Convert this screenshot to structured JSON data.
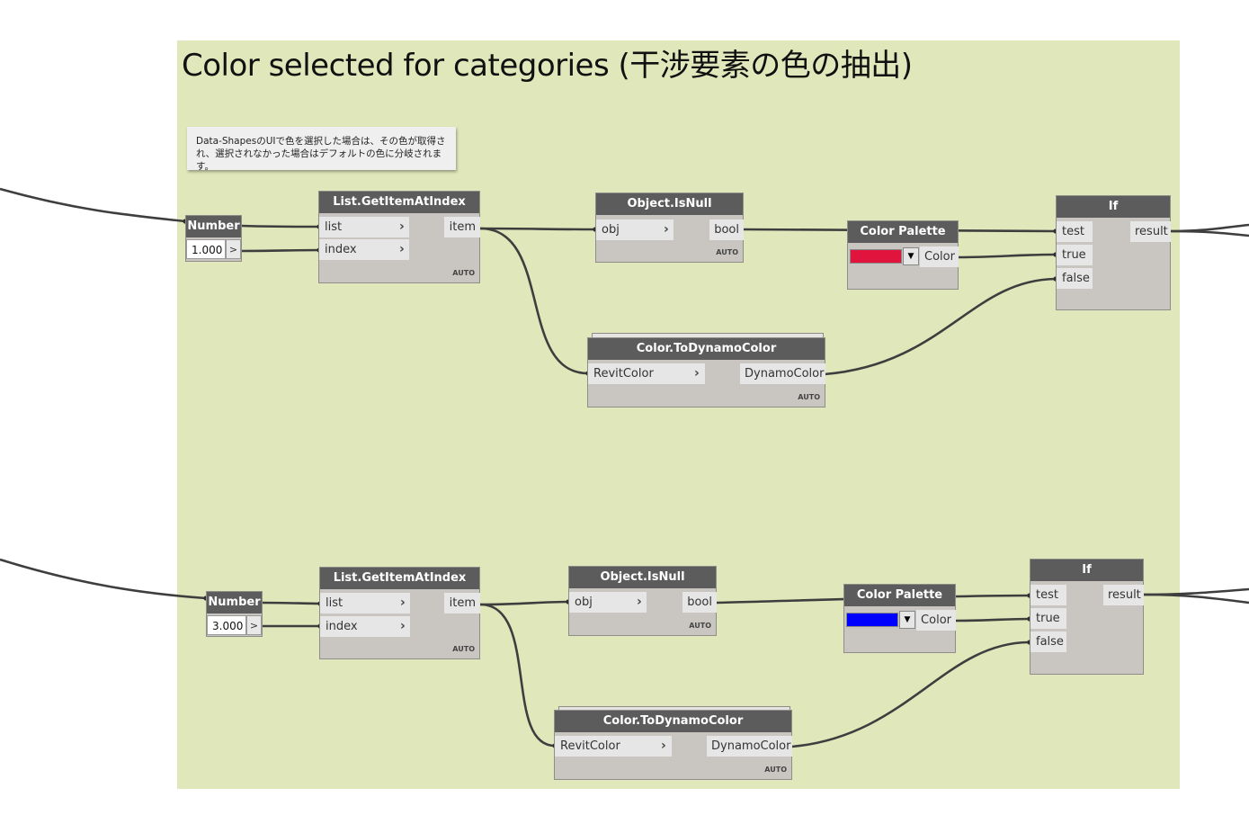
{
  "group": {
    "title": "Color selected for categories (干涉要素の色の抽出)"
  },
  "note": {
    "line1": "Data-ShapesのUIで色を選択した場合は、その色が取得さ",
    "line2": "れ、選択されなかった場合はデフォルトの色に分岐されます。"
  },
  "row1": {
    "number": {
      "title": "Number",
      "value": "1.000",
      "arrow": ">"
    },
    "getitem": {
      "title": "List.GetItemAtIndex",
      "in1": "list",
      "in2": "index",
      "out": "item",
      "lacing": "AUTO"
    },
    "isnull": {
      "title": "Object.IsNull",
      "in1": "obj",
      "out": "bool",
      "lacing": "AUTO"
    },
    "palette": {
      "title": "Color Palette",
      "out": "Color",
      "color": "#e0143c"
    },
    "todynamo": {
      "title": "Color.ToDynamoColor",
      "in1": "RevitColor",
      "out": "DynamoColor",
      "lacing": "AUTO"
    },
    "ifnode": {
      "title": "If",
      "in1": "test",
      "in2": "true",
      "in3": "false",
      "out": "result"
    }
  },
  "row2": {
    "number": {
      "title": "Number",
      "value": "3.000",
      "arrow": ">"
    },
    "getitem": {
      "title": "List.GetItemAtIndex",
      "in1": "list",
      "in2": "index",
      "out": "item",
      "lacing": "AUTO"
    },
    "isnull": {
      "title": "Object.IsNull",
      "in1": "obj",
      "out": "bool",
      "lacing": "AUTO"
    },
    "palette": {
      "title": "Color Palette",
      "out": "Color",
      "color": "#0000ff"
    },
    "todynamo": {
      "title": "Color.ToDynamoColor",
      "in1": "RevitColor",
      "out": "DynamoColor",
      "lacing": "AUTO"
    },
    "ifnode": {
      "title": "If",
      "in1": "test",
      "in2": "true",
      "in3": "false",
      "out": "result"
    }
  },
  "colors": {
    "group_bg": "#e0e8bb",
    "node_header": "#5c5c5c",
    "node_body": "#c9c6c1",
    "wire": "#3e3e3e"
  }
}
